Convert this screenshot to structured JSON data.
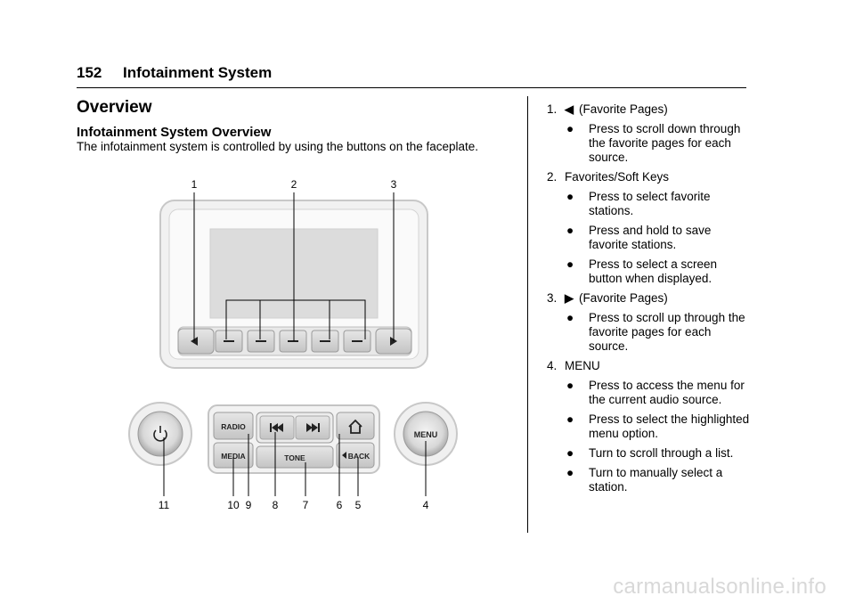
{
  "header": {
    "page_number": "152",
    "section": "Infotainment System"
  },
  "heading": "Overview",
  "subheading": "Infotainment System Overview",
  "intro": "The infotainment system is controlled by using the buttons on the faceplate.",
  "figure": {
    "callouts_top": [
      "1",
      "2",
      "3"
    ],
    "callouts_bottom": [
      "11",
      "10",
      "9",
      "8",
      "7",
      "6",
      "5",
      "4"
    ],
    "buttons": {
      "radio": "RADIO",
      "media": "MEDIA",
      "tone": "TONE",
      "back": "BACK",
      "menu": "MENU"
    },
    "icons": [
      "left-arrow-icon",
      "right-arrow-icon",
      "power-icon",
      "home-icon",
      "seek-back-icon",
      "seek-forward-icon"
    ]
  },
  "list": [
    {
      "num": "1.",
      "glyph": "◀",
      "title": "(Favorite Pages)",
      "bullets": [
        "Press to scroll down through the favorite pages for each source."
      ]
    },
    {
      "num": "2.",
      "glyph": "",
      "title": "Favorites/Soft Keys",
      "bullets": [
        "Press to select favorite stations.",
        "Press and hold to save favorite stations.",
        "Press to select a screen button when displayed."
      ]
    },
    {
      "num": "3.",
      "glyph": "▶",
      "title": "(Favorite Pages)",
      "bullets": [
        "Press to scroll up through the favorite pages for each source."
      ]
    },
    {
      "num": "4.",
      "glyph": "",
      "title": "MENU",
      "bullets": [
        "Press to access the menu for the current audio source.",
        "Press to select the highlighted menu option.",
        "Turn to scroll through a list.",
        "Turn to manually select a station."
      ]
    }
  ],
  "bullet_char": "●",
  "watermark": "carmanualsonline.info"
}
